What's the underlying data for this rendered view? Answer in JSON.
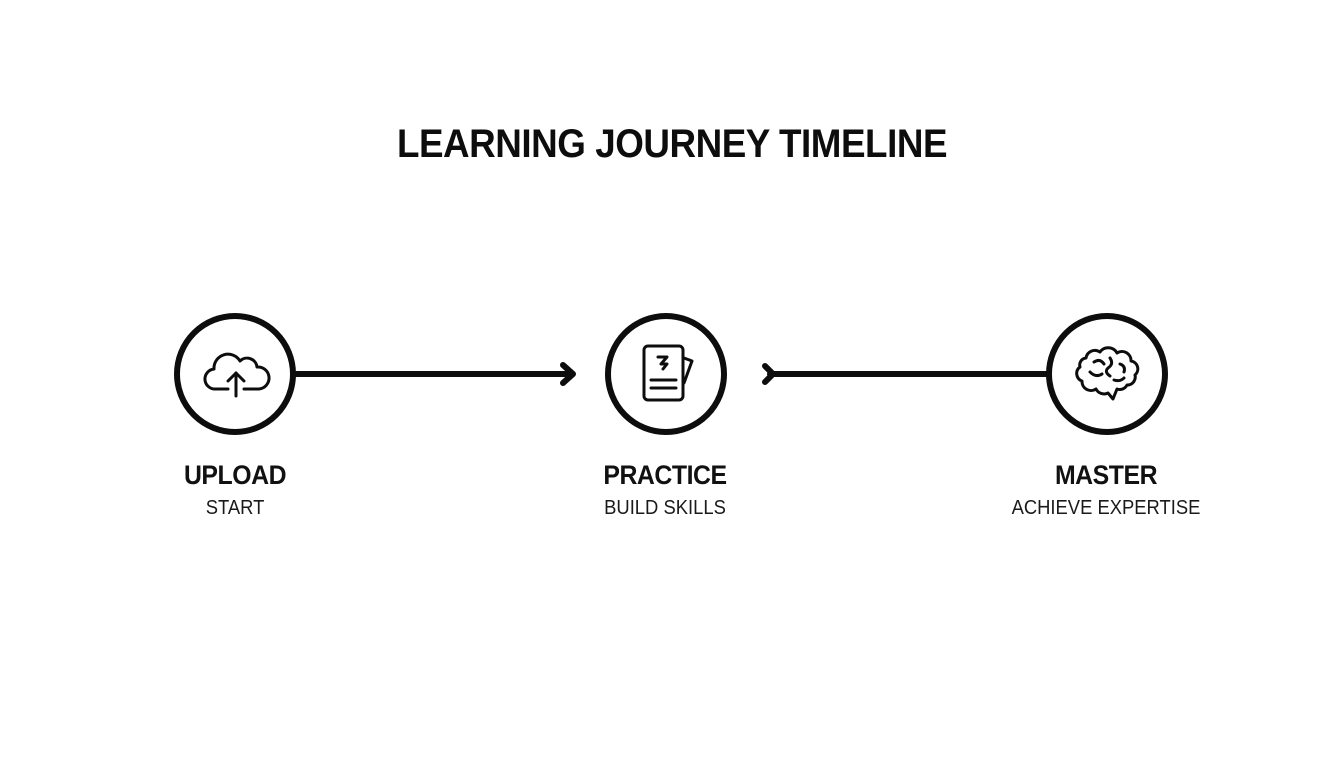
{
  "title": "LEARNING JOURNEY TIMELINE",
  "colors": {
    "stroke": "#0d0d0d",
    "background": "#ffffff"
  },
  "steps": [
    {
      "title": "UPLOAD",
      "subtitle": "START",
      "icon": "cloud-upload-icon"
    },
    {
      "title": "PRACTICE",
      "subtitle": "BUILD SKILLS",
      "icon": "document-cards-icon"
    },
    {
      "title": "MASTER",
      "subtitle": "ACHIEVE EXPERTISE",
      "icon": "brain-icon"
    }
  ]
}
